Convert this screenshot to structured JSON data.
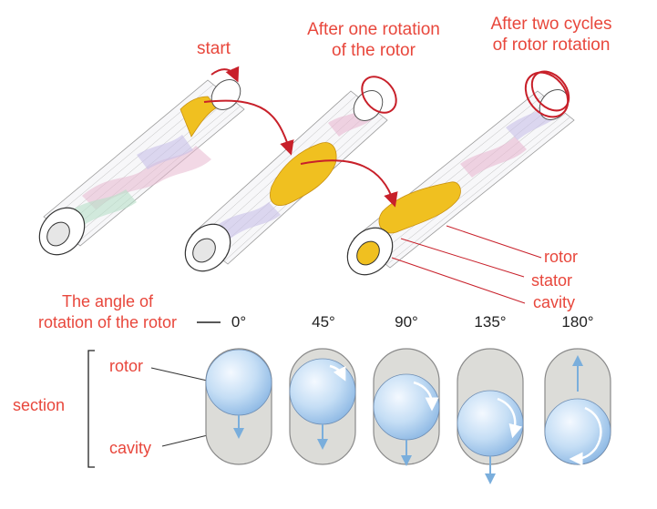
{
  "colors": {
    "annotation": "#e8473c",
    "arrow": "#c8202a",
    "rotor_fill": "#a9cdf0",
    "rotor_highlight": "#eaf4ff",
    "cavity_fill": "#dcdcd8",
    "cavity_stroke": "#8a8a8a",
    "flow_arrow": "#7aaedc",
    "cavity_volume": "#f0c020"
  },
  "stages": {
    "start": "start",
    "one_rotation": [
      "After one rotation",
      "of the rotor"
    ],
    "two_cycles": [
      "After two cycles",
      "of rotor rotation"
    ]
  },
  "parts": {
    "rotor": "rotor",
    "stator": "stator",
    "cavity": "cavity"
  },
  "angle_label": [
    "The angle of",
    "rotation of the rotor"
  ],
  "angles": [
    "0°",
    "45°",
    "90°",
    "135°",
    "180°"
  ],
  "section": {
    "title": "section",
    "rotor": "rotor",
    "cavity": "cavity"
  }
}
